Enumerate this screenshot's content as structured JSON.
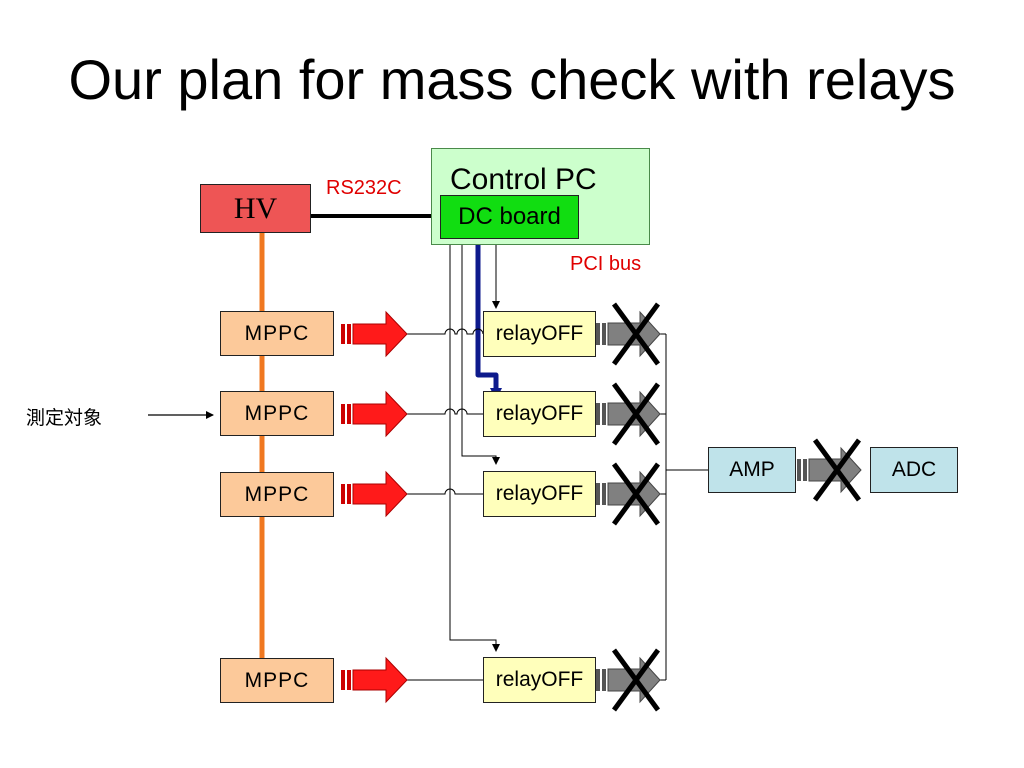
{
  "title": "Our plan for mass check with relays",
  "control_pc": {
    "label": "Control PC",
    "dc_board": "DC board"
  },
  "hv": {
    "label": "HV"
  },
  "links": {
    "serial": "RS232C",
    "bus": "PCI bus"
  },
  "measurement_target": "測定対象",
  "mppc_label": "MPPC",
  "relay_label": "relayOFF",
  "amp": "AMP",
  "adc": "ADC",
  "colors": {
    "hv_line": "#f07820",
    "control_line": "#0d1a8c",
    "signal_arrow": "#ff1a1a",
    "off_connector": "#808080",
    "label_red": "#e00000"
  }
}
